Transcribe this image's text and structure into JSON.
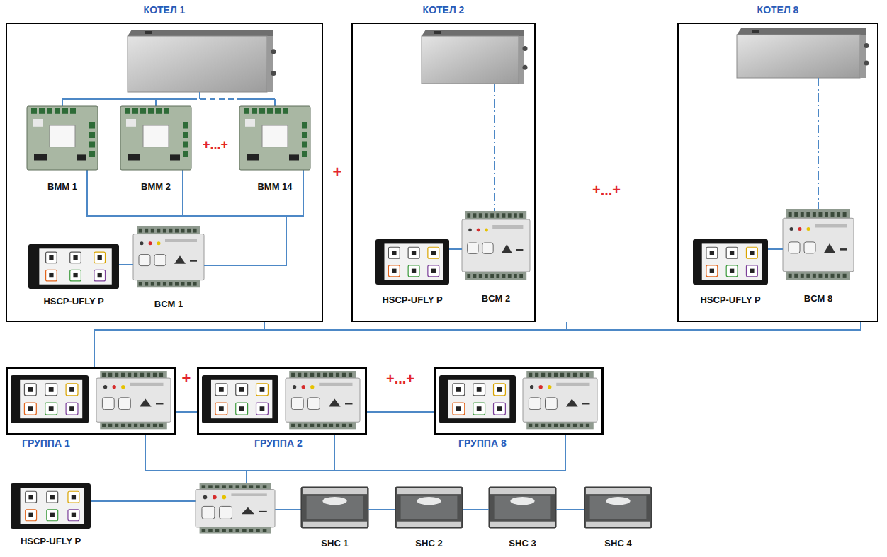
{
  "diagram": {
    "nodes": [
      {
        "text": [
          "КОТЕЛ 1"
        ]
      },
      {
        "text": [
          "BMM 1"
        ],
        "in": 0
      },
      {
        "text": [
          "BMM 2"
        ],
        "in": 0
      },
      {
        "text": [
          "BMM 14"
        ],
        "in": 0
      },
      {
        "text": [
          "HSCP-UFLY P"
        ],
        "in": 0
      },
      {
        "text": [
          "BCM 1"
        ],
        "in": 0
      },
      {
        "text": [
          "КОТЕЛ 2"
        ]
      },
      {
        "text": [
          "HSCP-UFLY P"
        ],
        "in": 6
      },
      {
        "text": [
          "BCM 2"
        ],
        "in": 6
      },
      {
        "text": [
          "КОТЕЛ 8"
        ]
      },
      {
        "text": [
          "HSCP-UFLY P"
        ],
        "in": 9
      },
      {
        "text": [
          "BCM 8"
        ],
        "in": 9
      },
      {
        "text": [
          "ГРУППА 1"
        ]
      },
      {
        "text": [
          "ГРУППА 2"
        ]
      },
      {
        "text": [
          "ГРУППА 8"
        ]
      },
      {
        "text": [
          "HSCP-UFLY P"
        ]
      },
      {
        "text": [
          "SHC 1"
        ]
      },
      {
        "text": [
          "SHC 2"
        ]
      },
      {
        "text": [
          "SHC 3"
        ]
      },
      {
        "text": [
          "SHC 4"
        ]
      }
    ],
    "edges": [
      {
        "from": 1,
        "to": 5,
        "arrow": "none"
      },
      {
        "from": 2,
        "to": 5,
        "arrow": "none"
      },
      {
        "from": 3,
        "to": 5,
        "arrow": "none"
      },
      {
        "from": 4,
        "to": 5,
        "arrow": "none"
      },
      {
        "from": 7,
        "to": 8,
        "arrow": "none"
      },
      {
        "from": 10,
        "to": 11,
        "arrow": "none"
      },
      {
        "from": 0,
        "to": 12,
        "arrow": "none"
      },
      {
        "from": 6,
        "to": 12,
        "arrow": "none"
      },
      {
        "from": 9,
        "to": 12,
        "arrow": "none"
      },
      {
        "from": 12,
        "to": 13,
        "arrow": "none"
      },
      {
        "from": 13,
        "to": 14,
        "arrow": "none"
      },
      {
        "from": 16,
        "to": 17,
        "arrow": "none"
      },
      {
        "from": 17,
        "to": 18,
        "arrow": "none"
      },
      {
        "from": 18,
        "to": 19,
        "arrow": "none"
      }
    ],
    "labels": [
      "+...+",
      "+",
      "+...+",
      "+",
      "+...+"
    ]
  }
}
